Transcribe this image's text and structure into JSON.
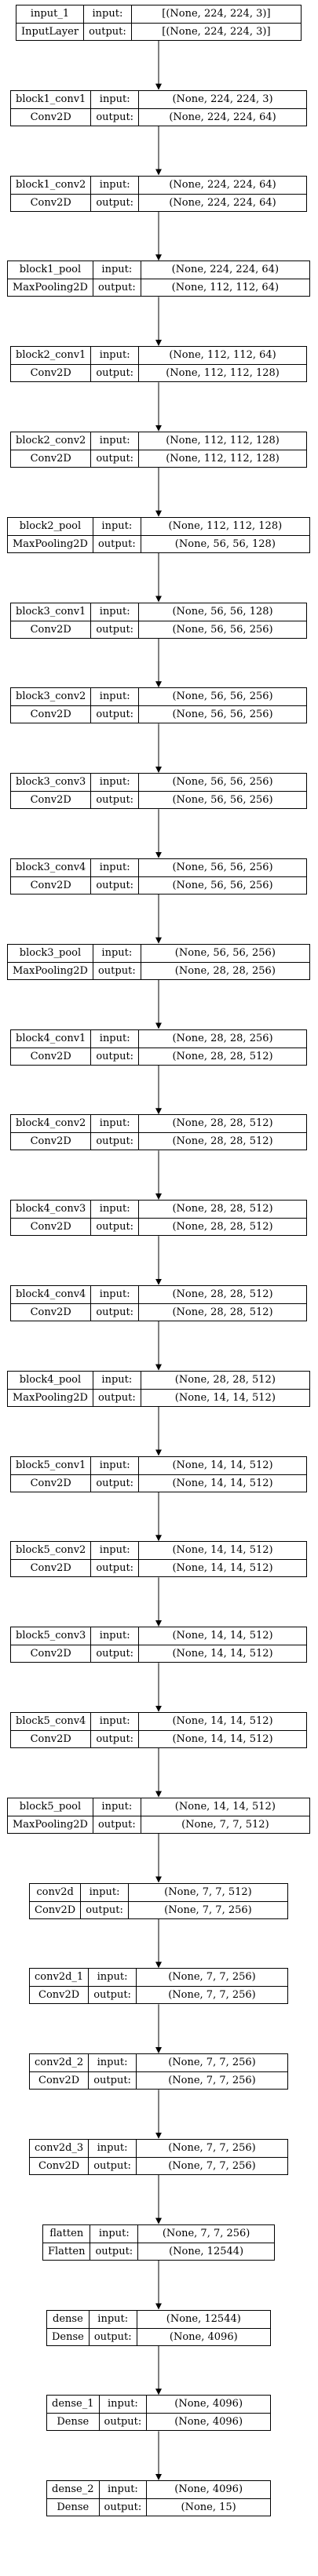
{
  "layers": [
    {
      "name": "input_1",
      "type": "InputLayer",
      "in_label": "input:",
      "out_label": "output:",
      "input": "[(None, 224, 224, 3)]",
      "output": "[(None, 224, 224, 3)]"
    },
    {
      "name": "block1_conv1",
      "type": "Conv2D",
      "in_label": "input:",
      "out_label": "output:",
      "input": "(None, 224, 224, 3)",
      "output": "(None, 224, 224, 64)"
    },
    {
      "name": "block1_conv2",
      "type": "Conv2D",
      "in_label": "input:",
      "out_label": "output:",
      "input": "(None, 224, 224, 64)",
      "output": "(None, 224, 224, 64)"
    },
    {
      "name": "block1_pool",
      "type": "MaxPooling2D",
      "in_label": "input:",
      "out_label": "output:",
      "input": "(None, 224, 224, 64)",
      "output": "(None, 112, 112, 64)"
    },
    {
      "name": "block2_conv1",
      "type": "Conv2D",
      "in_label": "input:",
      "out_label": "output:",
      "input": "(None, 112, 112, 64)",
      "output": "(None, 112, 112, 128)"
    },
    {
      "name": "block2_conv2",
      "type": "Conv2D",
      "in_label": "input:",
      "out_label": "output:",
      "input": "(None, 112, 112, 128)",
      "output": "(None, 112, 112, 128)"
    },
    {
      "name": "block2_pool",
      "type": "MaxPooling2D",
      "in_label": "input:",
      "out_label": "output:",
      "input": "(None, 112, 112, 128)",
      "output": "(None, 56, 56, 128)"
    },
    {
      "name": "block3_conv1",
      "type": "Conv2D",
      "in_label": "input:",
      "out_label": "output:",
      "input": "(None, 56, 56, 128)",
      "output": "(None, 56, 56, 256)"
    },
    {
      "name": "block3_conv2",
      "type": "Conv2D",
      "in_label": "input:",
      "out_label": "output:",
      "input": "(None, 56, 56, 256)",
      "output": "(None, 56, 56, 256)"
    },
    {
      "name": "block3_conv3",
      "type": "Conv2D",
      "in_label": "input:",
      "out_label": "output:",
      "input": "(None, 56, 56, 256)",
      "output": "(None, 56, 56, 256)"
    },
    {
      "name": "block3_conv4",
      "type": "Conv2D",
      "in_label": "input:",
      "out_label": "output:",
      "input": "(None, 56, 56, 256)",
      "output": "(None, 56, 56, 256)"
    },
    {
      "name": "block3_pool",
      "type": "MaxPooling2D",
      "in_label": "input:",
      "out_label": "output:",
      "input": "(None, 56, 56, 256)",
      "output": "(None, 28, 28, 256)"
    },
    {
      "name": "block4_conv1",
      "type": "Conv2D",
      "in_label": "input:",
      "out_label": "output:",
      "input": "(None, 28, 28, 256)",
      "output": "(None, 28, 28, 512)"
    },
    {
      "name": "block4_conv2",
      "type": "Conv2D",
      "in_label": "input:",
      "out_label": "output:",
      "input": "(None, 28, 28, 512)",
      "output": "(None, 28, 28, 512)"
    },
    {
      "name": "block4_conv3",
      "type": "Conv2D",
      "in_label": "input:",
      "out_label": "output:",
      "input": "(None, 28, 28, 512)",
      "output": "(None, 28, 28, 512)"
    },
    {
      "name": "block4_conv4",
      "type": "Conv2D",
      "in_label": "input:",
      "out_label": "output:",
      "input": "(None, 28, 28, 512)",
      "output": "(None, 28, 28, 512)"
    },
    {
      "name": "block4_pool",
      "type": "MaxPooling2D",
      "in_label": "input:",
      "out_label": "output:",
      "input": "(None, 28, 28, 512)",
      "output": "(None, 14, 14, 512)"
    },
    {
      "name": "block5_conv1",
      "type": "Conv2D",
      "in_label": "input:",
      "out_label": "output:",
      "input": "(None, 14, 14, 512)",
      "output": "(None, 14, 14, 512)"
    },
    {
      "name": "block5_conv2",
      "type": "Conv2D",
      "in_label": "input:",
      "out_label": "output:",
      "input": "(None, 14, 14, 512)",
      "output": "(None, 14, 14, 512)"
    },
    {
      "name": "block5_conv3",
      "type": "Conv2D",
      "in_label": "input:",
      "out_label": "output:",
      "input": "(None, 14, 14, 512)",
      "output": "(None, 14, 14, 512)"
    },
    {
      "name": "block5_conv4",
      "type": "Conv2D",
      "in_label": "input:",
      "out_label": "output:",
      "input": "(None, 14, 14, 512)",
      "output": "(None, 14, 14, 512)"
    },
    {
      "name": "block5_pool",
      "type": "MaxPooling2D",
      "in_label": "input:",
      "out_label": "output:",
      "input": "(None, 14, 14, 512)",
      "output": "(None, 7, 7, 512)"
    },
    {
      "name": "conv2d",
      "type": "Conv2D",
      "in_label": "input:",
      "out_label": "output:",
      "input": "(None, 7, 7, 512)",
      "output": "(None, 7, 7, 256)"
    },
    {
      "name": "conv2d_1",
      "type": "Conv2D",
      "in_label": "input:",
      "out_label": "output:",
      "input": "(None, 7, 7, 256)",
      "output": "(None, 7, 7, 256)"
    },
    {
      "name": "conv2d_2",
      "type": "Conv2D",
      "in_label": "input:",
      "out_label": "output:",
      "input": "(None, 7, 7, 256)",
      "output": "(None, 7, 7, 256)"
    },
    {
      "name": "conv2d_3",
      "type": "Conv2D",
      "in_label": "input:",
      "out_label": "output:",
      "input": "(None, 7, 7, 256)",
      "output": "(None, 7, 7, 256)"
    },
    {
      "name": "flatten",
      "type": "Flatten",
      "in_label": "input:",
      "out_label": "output:",
      "input": "(None, 7, 7, 256)",
      "output": "(None, 12544)"
    },
    {
      "name": "dense",
      "type": "Dense",
      "in_label": "input:",
      "out_label": "output:",
      "input": "(None, 12544)",
      "output": "(None, 4096)"
    },
    {
      "name": "dense_1",
      "type": "Dense",
      "in_label": "input:",
      "out_label": "output:",
      "input": "(None, 4096)",
      "output": "(None, 4096)"
    },
    {
      "name": "dense_2",
      "type": "Dense",
      "in_label": "input:",
      "out_label": "output:",
      "input": "(None, 4096)",
      "output": "(None, 15)"
    }
  ]
}
